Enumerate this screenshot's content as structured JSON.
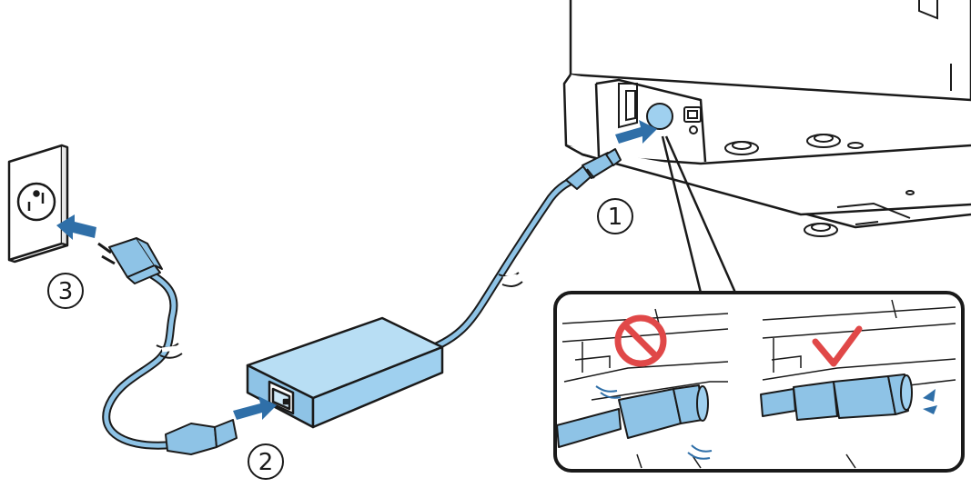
{
  "steps": [
    {
      "number": "1"
    },
    {
      "number": "2"
    },
    {
      "number": "3"
    }
  ],
  "icons": {
    "prohibited": "prohibited-icon",
    "correct": "checkmark-icon"
  },
  "colors": {
    "cable": "#8ec3e6",
    "adapter": "#9fd0ef",
    "arrow": "#2f6fa8",
    "outline": "#1a1a1a",
    "prohibit": "#e04848"
  }
}
